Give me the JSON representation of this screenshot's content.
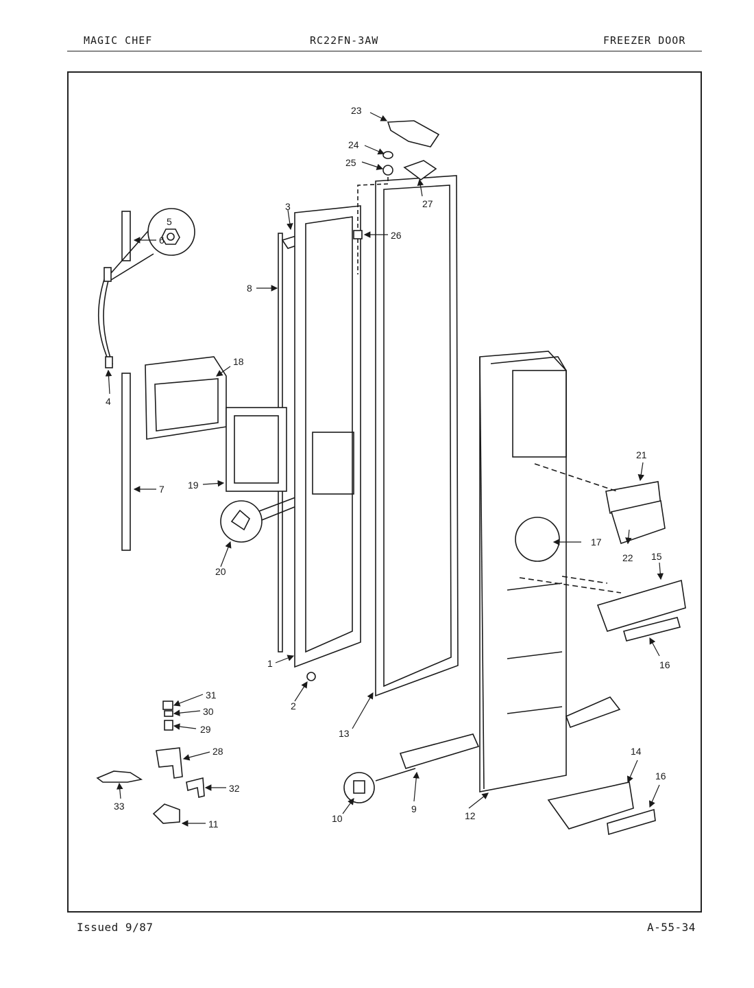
{
  "header": {
    "brand": "MAGIC CHEF",
    "model": "RC22FN-3AW",
    "section": "FREEZER DOOR"
  },
  "footer": {
    "issued": "Issued 9/87",
    "code": "A-55-34"
  },
  "callouts": {
    "c1": "1",
    "c2": "2",
    "c3": "3",
    "c4": "4",
    "c5": "5",
    "c6": "6",
    "c7": "7",
    "c8": "8",
    "c9": "9",
    "c10": "10",
    "c11": "11",
    "c12": "12",
    "c13": "13",
    "c14": "14",
    "c15": "15",
    "c16a": "16",
    "c16b": "16",
    "c17": "17",
    "c18": "18",
    "c19": "19",
    "c20": "20",
    "c21": "21",
    "c22": "22",
    "c23": "23",
    "c24": "24",
    "c25": "25",
    "c26": "26",
    "c27": "27",
    "c28": "28",
    "c29": "29",
    "c30": "30",
    "c31": "31",
    "c32": "32",
    "c33": "33"
  },
  "colors": {
    "ink": "#1a1a1a",
    "paper": "#ffffff"
  }
}
